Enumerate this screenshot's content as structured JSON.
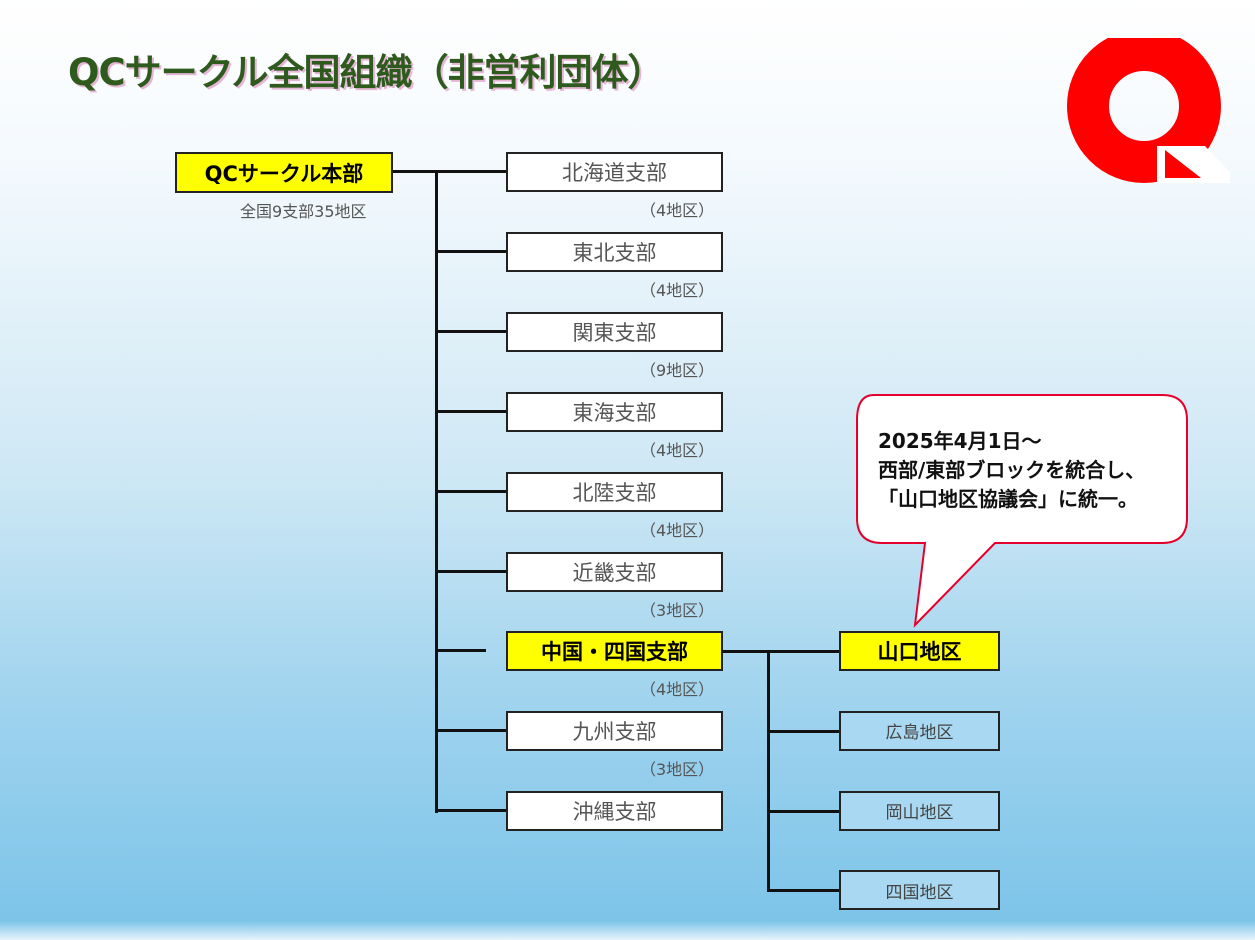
{
  "title": "QCサークル全国組織（非営利団体）",
  "logo": {
    "letter": "Q",
    "color": "#ff0000"
  },
  "headquarters": {
    "label": "QCサークル本部",
    "note": "全国9支部35地区"
  },
  "branches": [
    {
      "label": "北海道支部",
      "count": "（4地区）"
    },
    {
      "label": "東北支部",
      "count": "（4地区）"
    },
    {
      "label": "関東支部",
      "count": "（9地区）"
    },
    {
      "label": "東海支部",
      "count": "（4地区）"
    },
    {
      "label": "北陸支部",
      "count": "（4地区）"
    },
    {
      "label": "近畿支部",
      "count": "（3地区）"
    },
    {
      "label": "中国・四国支部",
      "count": "（4地区）"
    },
    {
      "label": "九州支部",
      "count": "（3地区）"
    },
    {
      "label": "沖縄支部",
      "count": ""
    }
  ],
  "districts": [
    "山口地区",
    "広島地区",
    "岡山地区",
    "四国地区"
  ],
  "callout": {
    "line1": "2025年4月1日～",
    "line2": "西部/東部ブロックを統合し、",
    "line3": "「山口地区協議会」に統一。"
  }
}
